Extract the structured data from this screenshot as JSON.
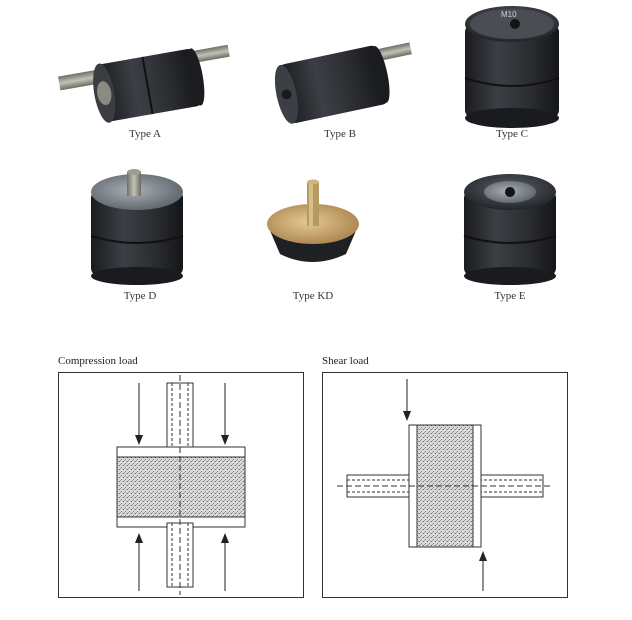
{
  "products": [
    {
      "caption": "Type A",
      "kind": "rubber-mount-male-male"
    },
    {
      "caption": "Type B",
      "kind": "rubber-mount-male-female"
    },
    {
      "caption": "Type C",
      "kind": "rubber-mount-female-female"
    },
    {
      "caption": "Type D",
      "kind": "rubber-mount-male-plate"
    },
    {
      "caption": "Type KD",
      "kind": "rubber-buffer-stud"
    },
    {
      "caption": "Type E",
      "kind": "rubber-mount-female-plate"
    }
  ],
  "stamp_text": "M10",
  "diagrams": {
    "compression": {
      "label": "Compression load"
    },
    "shear": {
      "label": "Shear load"
    }
  },
  "colors": {
    "rubber": "#2b2d31",
    "metal": "#9a9a8e",
    "brass": "#c9a368",
    "hatch": "#cfcfcf"
  }
}
